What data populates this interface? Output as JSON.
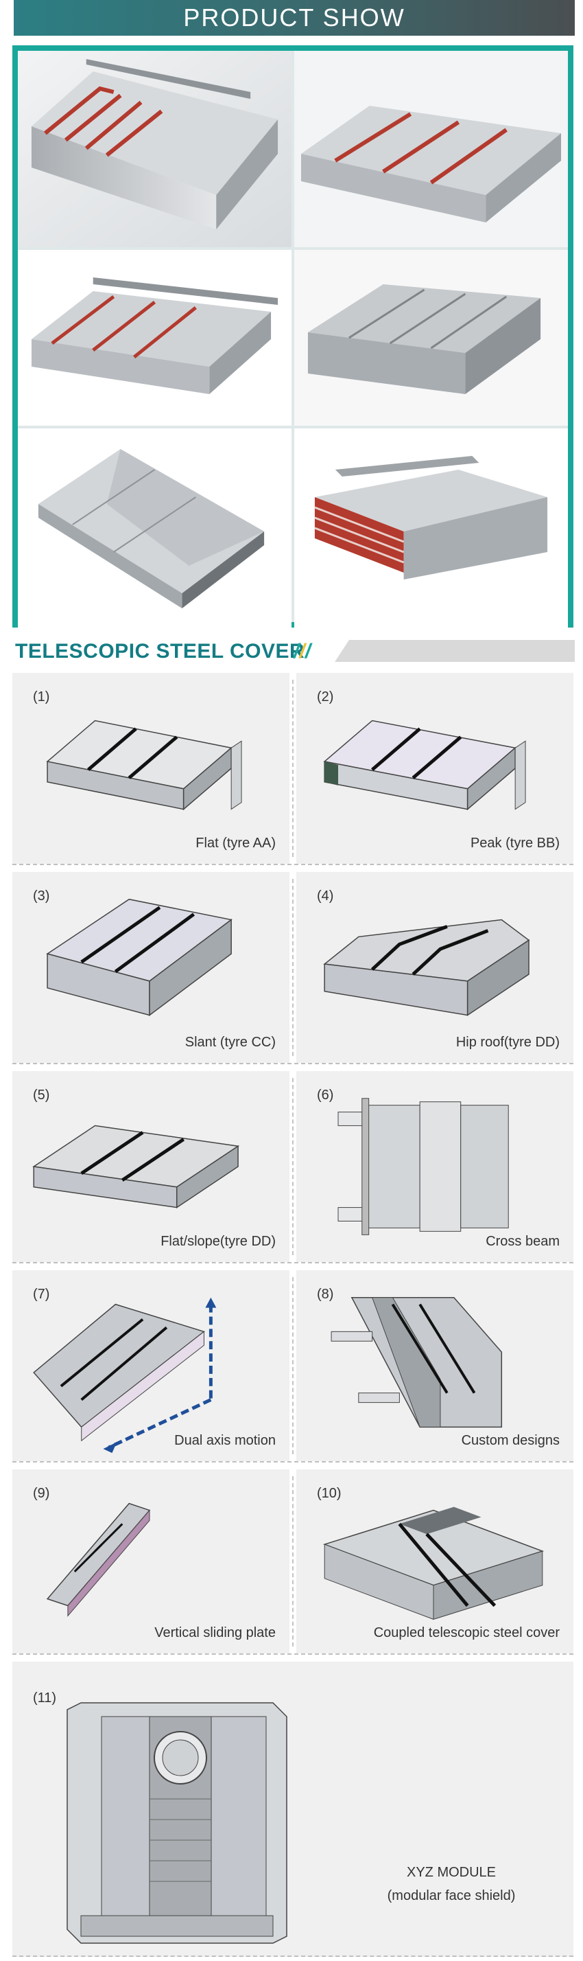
{
  "header": {
    "title": "PRODUCT SHOW"
  },
  "section": {
    "title": "TELESCOPIC STEEL COVER",
    "slashes": "///"
  },
  "types": [
    {
      "num": "(1)",
      "caption": "Flat (tyre AA)"
    },
    {
      "num": "(2)",
      "caption": "Peak (tyre BB)"
    },
    {
      "num": "(3)",
      "caption": "Slant (tyre CC)"
    },
    {
      "num": "(4)",
      "caption": "Hip roof(tyre DD)"
    },
    {
      "num": "(5)",
      "caption": "Flat/slope(tyre DD)"
    },
    {
      "num": "(6)",
      "caption": "Cross beam"
    },
    {
      "num": "(7)",
      "caption": "Dual axis motion"
    },
    {
      "num": "(8)",
      "caption": "Custom designs"
    },
    {
      "num": "(9)",
      "caption": "Vertical sliding plate"
    },
    {
      "num": "(10)",
      "caption": "Coupled telescopic steel cover"
    }
  ],
  "module": {
    "num": "(11)",
    "line1": "XYZ MODULE",
    "line2": "(modular face shield)"
  },
  "colors": {
    "teal": "#1aa79b",
    "title_teal": "#147c84",
    "banner_dark": "#4a4f52",
    "steel": "#c9cccf",
    "seal_red": "#b33a2e"
  }
}
